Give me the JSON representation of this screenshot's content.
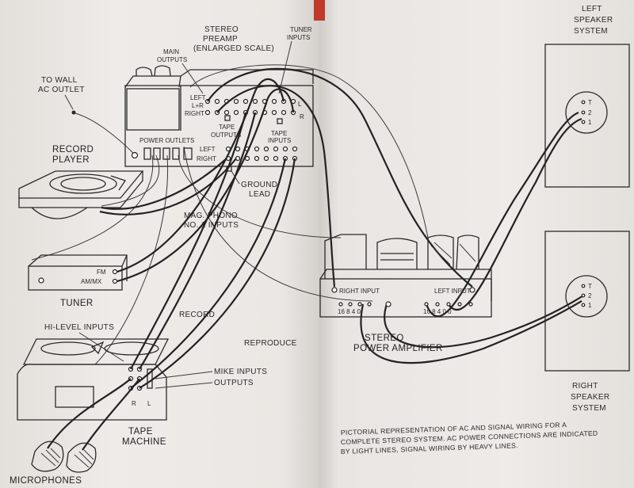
{
  "preamp": {
    "title_1": "STEREO",
    "title_2": "PREAMP",
    "title_3": "(ENLARGED SCALE)",
    "main_outputs_1": "MAIN",
    "main_outputs_2": "OUTPUTS",
    "tuner_inputs_1": "TUNER",
    "tuner_inputs_2": "INPUTS",
    "left": "LEFT",
    "lr": "L+R",
    "right": "RIGHT",
    "tape_outputs_1": "TAPE",
    "tape_outputs_2": "OUTPUTS",
    "tape_inputs_1": "TAPE",
    "tape_inputs_2": "INPUTS",
    "power_outlets": "POWER OUTLETS",
    "left_2": "LEFT",
    "right_2": "RIGHT",
    "ground_lead_1": "GROUND",
    "ground_lead_2": "LEAD",
    "mag_phono_1": "MAG. PHONO",
    "mag_phono_2": "NO. 1 INPUTS",
    "l_mark": "L",
    "r_mark": "R"
  },
  "wall_outlet": {
    "line_1": "TO WALL",
    "line_2": "AC OUTLET"
  },
  "record_player": {
    "line_1": "RECORD",
    "line_2": "PLAYER"
  },
  "tuner": {
    "label": "TUNER",
    "fm": "FM",
    "am": "AM/MX"
  },
  "tape_machine": {
    "line_1": "TAPE",
    "line_2": "MACHINE",
    "hi_level_inputs": "HI-LEVEL INPUTS",
    "record": "RECORD",
    "reproduce": "REPRODUCE",
    "mike_inputs": "MIKE INPUTS",
    "outputs": "OUTPUTS",
    "r": "R",
    "l": "L"
  },
  "microphones": {
    "label": "MICROPHONES"
  },
  "left_speaker": {
    "line_1": "LEFT",
    "line_2": "SPEAKER",
    "line_3": "SYSTEM"
  },
  "right_speaker": {
    "line_1": "RIGHT",
    "line_2": "SPEAKER",
    "line_3": "SYSTEM"
  },
  "speaker_terminals": {
    "t": "T",
    "two": "2",
    "one": "1"
  },
  "amplifier": {
    "line_1": "STEREO",
    "line_2": "POWER AMPLIFIER",
    "right_input": "RIGHT INPUT",
    "left_input": "LEFT INPUT",
    "taps_1": "16 8 4 0",
    "taps_2": "16 8 4 0 0"
  },
  "caption": {
    "line_1": "PICTORIAL REPRESENTATION OF AC AND SIGNAL WIRING FOR A",
    "line_2": "COMPLETE STEREO SYSTEM. AC POWER CONNECTIONS ARE INDICATED",
    "line_3": "BY LIGHT LINES, SIGNAL WIRING BY HEAVY LINES."
  }
}
